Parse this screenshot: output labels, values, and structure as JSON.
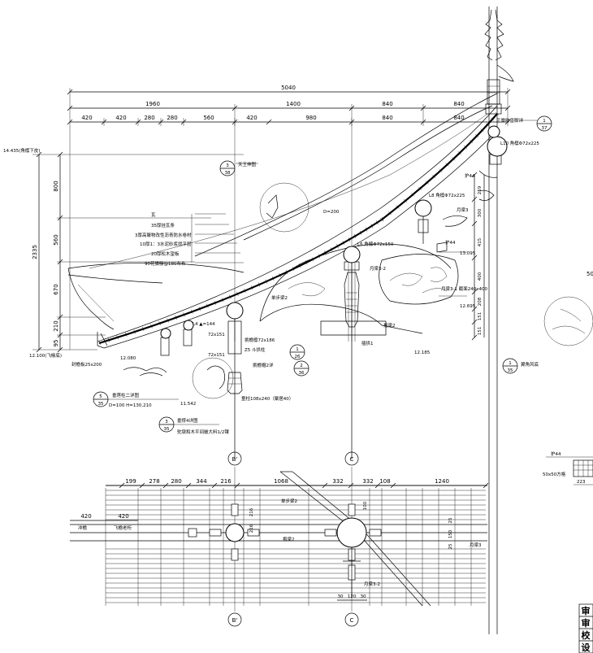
{
  "top_dims": {
    "overall": "5040",
    "level1": [
      "1960",
      "1400",
      "840",
      "840"
    ],
    "level2": [
      "420",
      "420",
      "280",
      "280",
      "560",
      "420",
      "980",
      "840",
      "840"
    ]
  },
  "left_dims": [
    "800",
    "560",
    "670",
    "210",
    "95"
  ],
  "left_total": "2335",
  "right_dims": [
    "259",
    "300",
    "415",
    "400",
    "208",
    "151",
    "151"
  ],
  "elevations": {
    "e14435": "14.435(角檩下皮)",
    "e12100": "12.100(飞椽底)",
    "e12080": "12.080",
    "e11542": "11.542",
    "e13095": "13.095",
    "e12695": "12.695",
    "e12185": "12.185"
  },
  "roof_layers": [
    "瓦",
    "35厚挂瓦条",
    "3厚高聚物改性沥青防水卷材",
    "10厚1：3水泥砂浆找平层",
    "20厚松木望板",
    "90花旗椽@180布布"
  ],
  "labels": {
    "gate_ref": "正脊吻兽脚详",
    "tianwang": "天王伸图",
    "d200": "D=200",
    "l10": "L10 角檩Φ72x225",
    "l8": "L8 角檩Φ72x225",
    "l6": "L6 角檩Φ72x150",
    "l4": "L4 ▲=144",
    "wing44": "护44",
    "wing44b": "护44",
    "moon31": "月梁3-1 截面240x400",
    "moon32": "月梁3-2",
    "moon3": "月梁3",
    "step2": "单步梁2",
    "bao2": "抱梁2",
    "tie1": "插拱1",
    "s72x151": "72x151",
    "s72x151b": "72x151",
    "s72x186": "挑檐檩72x186",
    "z5": "Z5 斗拱柱",
    "chawo": "挑檐帽2详",
    "column": "童柱108x240（聚居40）",
    "flyrafter": "封檐板25x200",
    "detail5": "垂莲柱二详图",
    "d100": "D=100  H=130,210",
    "detail3": "垂撑4详图",
    "tuodun": "驼墩和木平间嵌大料1/2镶",
    "jiaoliang": "翼角风底",
    "grid_b": "B'",
    "grid_c": "C",
    "grid_b2": "B'",
    "grid_c2": "C",
    "right_c50": "50",
    "wing44r": "护44",
    "r5050": "50x50方格",
    "r223": "223",
    "plan_flyrafter": "飞檐老桁",
    "plan_flying": "冲檐",
    "plan_step": "单步梁2",
    "plan_bao": "抱梁2",
    "plan_moon": "月梁3-2",
    "plan_moon3": "月梁3"
  },
  "ref_circles": {
    "r1": {
      "top": "1",
      "bot": "37"
    },
    "r2": {
      "top": "3",
      "bot": "38"
    },
    "r3": {
      "top": "1",
      "bot": "26"
    },
    "r4": {
      "top": "2",
      "bot": "36"
    },
    "r5": {
      "top": "5",
      "bot": "35"
    },
    "r6": {
      "top": "3",
      "bot": "35"
    },
    "r7": {
      "top": "1",
      "bot": "35"
    }
  },
  "plan_dims": {
    "row": [
      "199",
      "278",
      "280",
      "344",
      "216",
      "1068",
      "332",
      "332",
      "108",
      "1240"
    ],
    "left1": "420",
    "left2": "420",
    "vert": [
      "216",
      "216",
      "150"
    ],
    "vert2": [
      "100",
      "25",
      "150",
      "25"
    ],
    "bottom": [
      "30",
      "120",
      "30"
    ]
  },
  "title_block": [
    "审",
    "审",
    "校",
    "设"
  ]
}
